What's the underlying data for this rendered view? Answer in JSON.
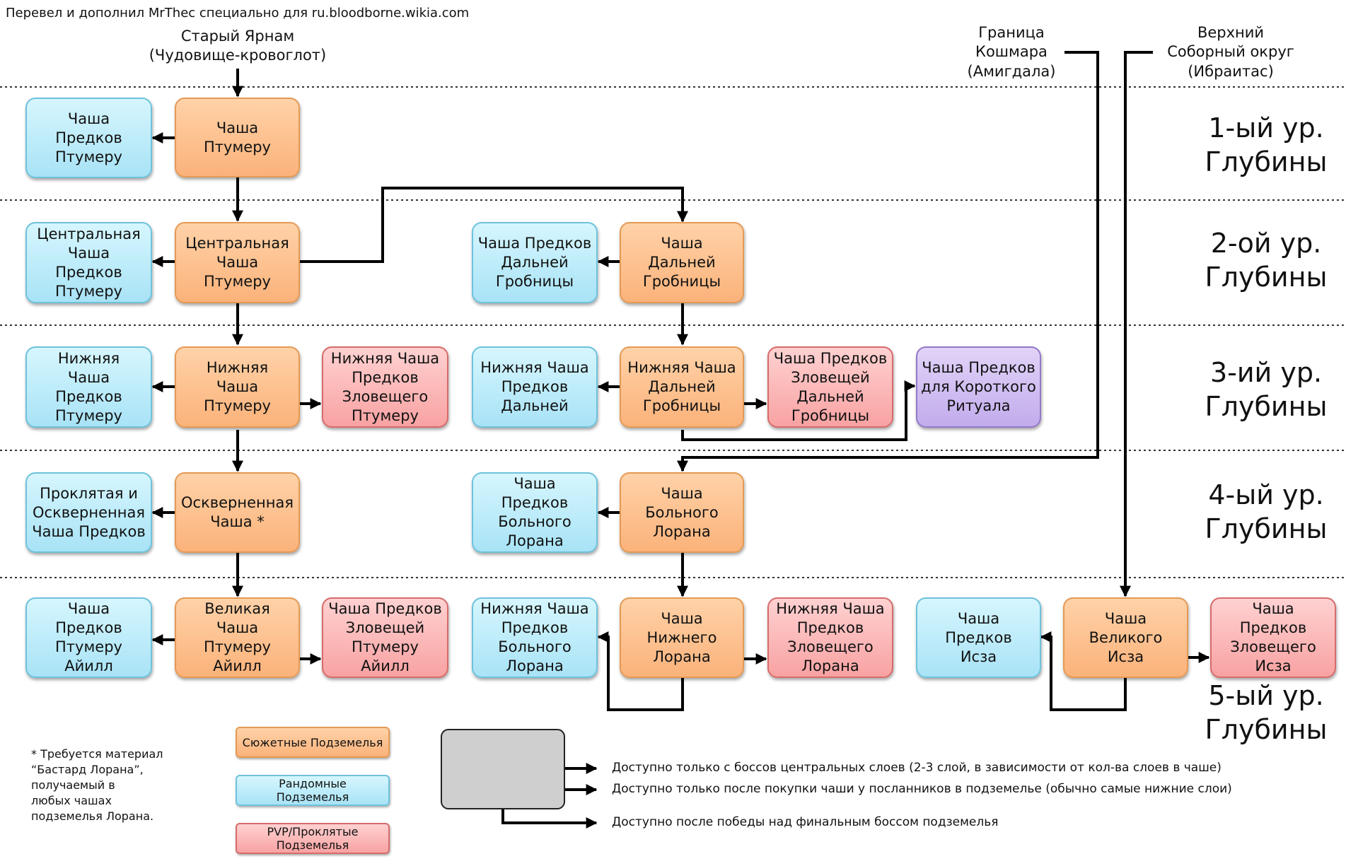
{
  "credit": "Перевел и дополнил MrThec специально для ru.bloodborne.wikia.com",
  "entrances": {
    "old_yharnam": "Старый Ярнам\n(Чудовище-кровоглот)",
    "nightmare_frontier": "Граница\nКошмара\n(Амигдала)",
    "upper_cathedral": "Верхний\nСоборный округ\n(Ибраитас)"
  },
  "levels": [
    "1-ый ур.\nГлубины",
    "2-ой ур.\nГлубины",
    "3-ий ур.\nГлубины",
    "4-ый ур.\nГлубины",
    "5-ый ур.\nГлубины"
  ],
  "nodes": {
    "pthumeru_root": "Чаша\nПредков\nПтумеру",
    "pthumeru": "Чаша\nПтумеру",
    "central_pthumeru_root": "Центральная\nЧаша\nПредков\nПтумеру",
    "central_pthumeru": "Центральная\nЧаша\nПтумеру",
    "hintertomb_root": "Чаша Предков\nДальней\nГробницы",
    "hintertomb": "Чаша\nДальней\nГробницы",
    "lower_pthumeru_root": "Нижняя\nЧаша\nПредков\nПтумеру",
    "lower_pthumeru": "Нижняя\nЧаша\nПтумеру",
    "sinister_lower_pthumeru": "Нижняя Чаша\nПредков\nЗловещего\nПтумеру",
    "lower_hintertomb_root": "Нижняя Чаша\nПредков\nДальней",
    "lower_hintertomb": "Нижняя Чаша\nДальней\nГробницы",
    "sinister_hintertomb": "Чаша Предков\nЗловещей\nДальней\nГробницы",
    "short_ritual": "Чаша Предков\nдля Короткого\nРитуала",
    "cursed_defiled": "Проклятая и\nОскверненная\nЧаша Предков",
    "defiled": "Оскверненная\nЧаша *",
    "loran_root": "Чаша\nПредков\nБольного\nЛорана",
    "loran": "Чаша\nБольного\nЛорана",
    "ailing_root": "Чаша\nПредков\nПтумеру\nАйилл",
    "ailing": "Великая\nЧаша\nПтумеру\nАйилл",
    "sinister_ailing": "Чаша Предков\nЗловещей\nПтумеру\nАйилл",
    "lower_loran_root": "Нижняя Чаша\nПредков\nБольного\nЛорана",
    "lower_loran": "Чаша\nНижнего\nЛорана",
    "sinister_lower_loran": "Нижняя Чаша\nПредков\nЗловещего\nЛорана",
    "isz_root": "Чаша\nПредков\nИсза",
    "isz": "Чаша\nВеликого\nИсза",
    "sinister_isz": "Чаша\nПредков\nЗловещего\nИсза"
  },
  "footnote": "* Требуется материал\n“Бастард Лорана”,\nполучаемый в\nлюбых чашах\nподземелья Лорана.",
  "legend": {
    "story": "Сюжетные Подземелья",
    "random": "Рандомные\nПодземелья",
    "pvp": "PVP/Проклятые\nПодземелья",
    "line1": "Доступно только с боссов центральных слоев (2-3 слой, в зависимости от кол-ва слоев в чаше)",
    "line2": "Доступно только после покупки чаши у посланников в подземелье (обычно самые нижние слои)",
    "line3": "Доступно после победы над финальным боссом подземелья"
  },
  "colors": {
    "story": "#fbb27a",
    "random": "#a8e3f6",
    "pvp": "#f8a2a2",
    "ritual": "#c2acec",
    "line": "#000000"
  }
}
